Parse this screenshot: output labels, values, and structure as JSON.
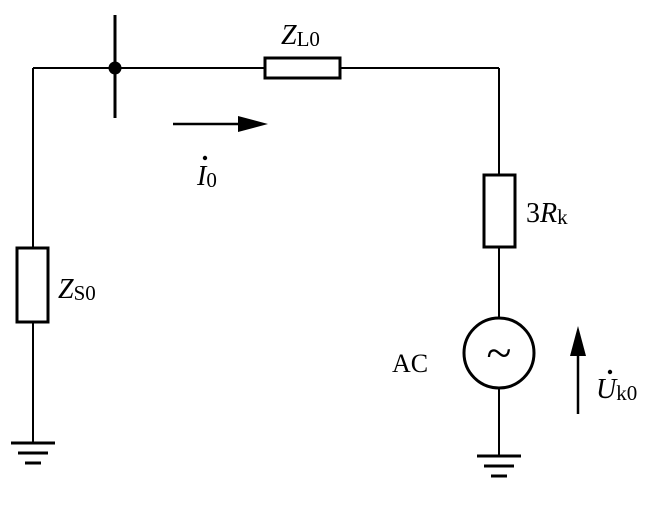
{
  "labels": {
    "line_impedance": {
      "main": "Z",
      "sub": "L0"
    },
    "source_impedance": {
      "main": "Z",
      "sub": "S0"
    },
    "fault_resistance": {
      "coef": "3",
      "main": "R",
      "sub": "k"
    },
    "current": {
      "main": "I",
      "sub": "0"
    },
    "voltage": {
      "main": "U",
      "sub": "k0"
    },
    "source": "AC",
    "source_symbol": "~"
  },
  "colors": {
    "line": "#000000",
    "background": "#ffffff"
  }
}
